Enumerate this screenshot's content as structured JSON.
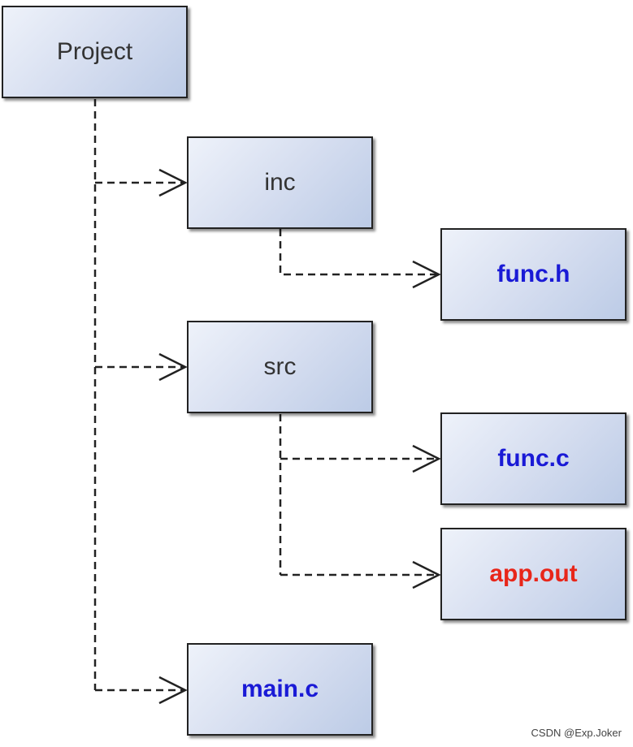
{
  "nodes": {
    "project": {
      "label": "Project",
      "color": "#333333"
    },
    "inc": {
      "label": "inc",
      "color": "#333333"
    },
    "func_h": {
      "label": "func.h",
      "color": "#1a1ad6"
    },
    "src": {
      "label": "src",
      "color": "#333333"
    },
    "func_c": {
      "label": "func.c",
      "color": "#1a1ad6"
    },
    "app_out": {
      "label": "app.out",
      "color": "#e8261a"
    },
    "main_c": {
      "label": "main.c",
      "color": "#1a1ad6"
    }
  },
  "edges": [
    {
      "from": "project",
      "to": "inc"
    },
    {
      "from": "project",
      "to": "src"
    },
    {
      "from": "project",
      "to": "main_c"
    },
    {
      "from": "inc",
      "to": "func_h"
    },
    {
      "from": "src",
      "to": "func_c"
    },
    {
      "from": "src",
      "to": "app_out"
    }
  ],
  "watermark": "CSDN @Exp.Joker"
}
